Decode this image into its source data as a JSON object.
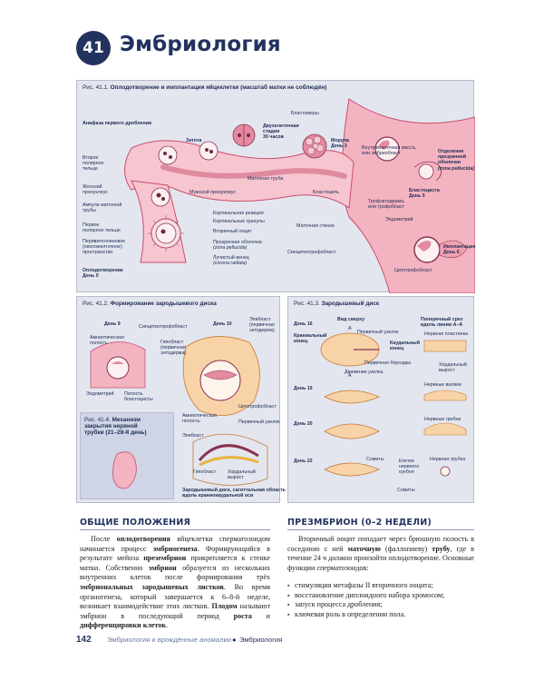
{
  "header": {
    "chapter_number": "41",
    "chapter_title": "Эмбриология"
  },
  "fig1": {
    "title_num": "Рис. 41.1.",
    "title": "Оплодотворение и имплантация яйцеклетки (масштаб матки не соблюдён)",
    "labels": {
      "anaphase": "Анафаза первого дробления",
      "zygote": "Зигота",
      "two_cell_1": "Двухклеточная",
      "two_cell_2": "стадия",
      "two_cell_3": "30 часов",
      "blastomeres": "Бластомеры",
      "morula_1": "Морула",
      "morula_2": "День 3",
      "icm_1": "Внутриклеточная масса,",
      "icm_2": "или эмбриобласт",
      "zp_detach_1": "Отделение",
      "zp_detach_2": "прозрачной",
      "zp_detach_3": "оболочки",
      "zp_detach_4": "(zona pellucida)",
      "second_polar_1": "Второе",
      "second_polar_2": "полярное",
      "second_polar_3": "тельце",
      "female_pn_1": "Женский",
      "female_pn_2": "пронуклеус",
      "ampulla_1": "Ампула маточной",
      "ampulla_2": "трубы",
      "first_polar_1": "Первое",
      "first_polar_2": "полярное тельце",
      "perivitelline_1": "Перивителлиновое",
      "perivitelline_2": "(околожелточное)",
      "perivitelline_3": "пространство",
      "fertilization_1": "Оплодотворение",
      "fertilization_2": "День 0",
      "male_pn": "Мужской пронуклеус",
      "uterine_tube": "Маточная труба",
      "blastocoel": "Бластоцель",
      "blastocyst_1": "Бластоциста",
      "blastocyst_2": "День 5",
      "trophectoderm_1": "Трофэктодерма,",
      "trophectoderm_2": "или трофобласт",
      "endometrium": "Эндометрий",
      "cortical_reaction": "Кортикальная реакция",
      "cortical_granules": "Кортикальные гранулы",
      "secondary_oocyte": "Вторичный ооцит",
      "zona_1": "Прозрачная оболочка",
      "zona_2": "(zona pellucida)",
      "corona_1": "Лучистый венец",
      "corona_2": "(corona radiata)",
      "uterine_wall": "Маточная стенка",
      "syncytio": "Синцитиотрофобласт",
      "implant_1": "Имплантация",
      "implant_2": "День 6",
      "cytotroph": "Цитотрофобласт"
    }
  },
  "fig2": {
    "title_num": "Рис. 41.2.",
    "title": "Формирование зародышевого диска",
    "labels": {
      "day9": "День 9",
      "syncytio": "Синцитиотрофобласт",
      "day10": "День 10",
      "epiblast_1": "Эпибласт",
      "epiblast_2": "(первичная",
      "epiblast_3": "эктодерма)",
      "amniotic_1": "Амниотическая",
      "amniotic_2": "полость",
      "hypoblast_1": "Гипобласт",
      "hypoblast_2": "(первичная",
      "hypoblast_3": "энтодерма)",
      "endometrium": "Эндометрий",
      "blastocyst_cavity_1": "Полость",
      "blastocyst_cavity_2": "бластоцисты",
      "cytotroph": "Цитотрофобласт",
      "amniotic2_1": "Амниотическая",
      "amniotic2_2": "полость",
      "primitive_node": "Первичный узелок",
      "epiblast2": "Эпибласт",
      "hypoblast2": "Гипобласт",
      "notochord_1": "Хордальный",
      "notochord_2": "вырост",
      "caption_1": "Зародышевый диск, сагиттальная область",
      "caption_2": "вдоль краниокаудальной оси"
    }
  },
  "fig3": {
    "title_num": "Рис. 41.3.",
    "title": "Зародышевый диск",
    "labels": {
      "day16": "День 16",
      "top_view": "Вид сверху",
      "cross_1": "Поперечный срез",
      "cross_2": "вдоль линии A–A",
      "cranial_1": "Краниальный",
      "cranial_2": "конец",
      "primitive_node": "Первичный узелок",
      "caudal_1": "Каудальный",
      "caudal_2": "конец",
      "neural_plate": "Нервная пластинка",
      "primitive_streak": "Первичная бороздка",
      "node_movement": "Движение узелка",
      "notochord_1": "Хордальный",
      "notochord_2": "вырост",
      "a": "A",
      "day19": "День 19",
      "neural_folds": "Нервные валики",
      "day20": "День 20",
      "neural_crests": "Нервные гребни",
      "day22": "День 22",
      "somites": "Сомиты",
      "crest_cells_1": "Клетки",
      "crest_cells_2": "нервного",
      "crest_cells_3": "гребня",
      "neural_tube": "Нервная трубка",
      "somites2": "Сомиты"
    }
  },
  "fig4": {
    "title_num": "Рис. 41.4.",
    "title_1": "Механизм",
    "title_2": "закрытия нервной",
    "title_3": "трубки (21–28-й день)"
  },
  "section1": {
    "heading": "ОБЩИЕ ПОЛОЖЕНИЯ",
    "p1_a": "После ",
    "p1_b": "оплодотворения",
    "p1_c": " яйцеклетки сперматозоидом начинается процесс ",
    "p1_d": "эмбриогенеза",
    "p1_e": ". Формирующийся в результате мейоза ",
    "p1_f": "презембрион",
    "p1_g": " прикрепляется к стенке матки. Собственно ",
    "p1_h": "эмбрион",
    "p1_i": " образуется из нескольких внутренних клеток после формирования трёх ",
    "p1_j": "эмбриональных зародышевых листков",
    "p1_k": ". Во время органогенеза, который завершается к 6–8-й неделе, возникает взаимодействие этих листков. ",
    "p1_l": "Плодом",
    "p1_m": " называют эмбрион в последующий период ",
    "p1_n": "роста",
    "p1_o": " и ",
    "p1_p": "дифференцировки клеток",
    "p1_q": "."
  },
  "section2": {
    "heading": "ПРЕЗМБРИОН (0–2 НЕДЕЛИ)",
    "p1_a": "Вторичный ооцит попадает через брюшную полость в соседнюю с ней ",
    "p1_b": "маточную",
    "p1_c": " (фаллопиеву) ",
    "p1_d": "трубу",
    "p1_e": ", где в течение 24 ч должно произойти оплодотворение. Основные функции сперматозоидов:",
    "bullets": [
      "стимуляция метафазы II вторичного ооцита;",
      "восстановление диплоидного набора хромосом;",
      "запуск процесса дробления;",
      "ключевая роль в определении пола."
    ]
  },
  "footer": {
    "page_number": "142",
    "book_title": "Эмбриология и врождённые аномалии",
    "dot": "●",
    "chapter": "Эмбриология"
  }
}
